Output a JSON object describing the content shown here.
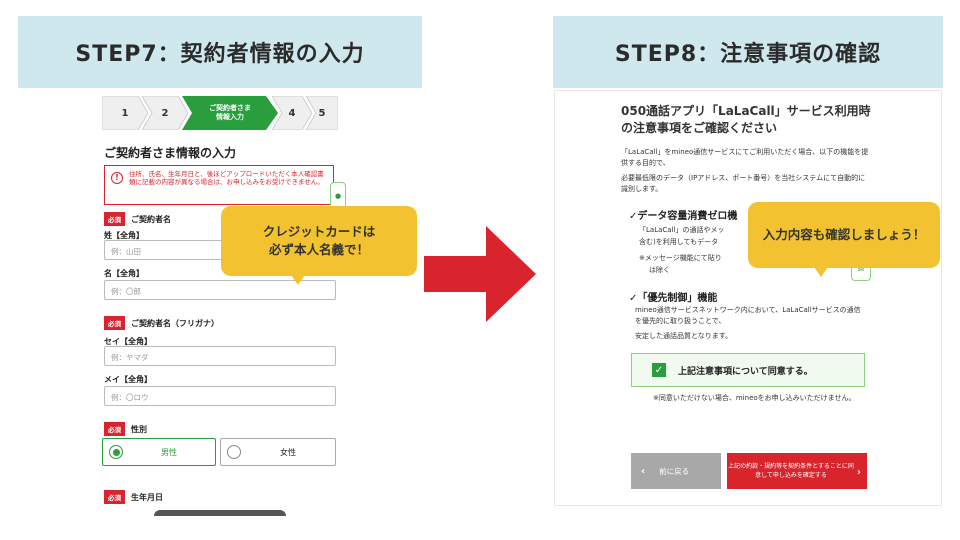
{
  "step7": {
    "title": "STEP7：契約者情報の入力"
  },
  "step8": {
    "title": "STEP8：注意事項の確認"
  },
  "progress": {
    "steps": [
      "1",
      "2",
      "ご契約者さま\n情報入力",
      "4",
      "5"
    ],
    "active_index": 2,
    "active_color": "#2a9d3c"
  },
  "form": {
    "heading": "ご契約者さま情報の入力",
    "notice": "住所、氏名、生年月日と、後ほどアップロードいただく本人確認書類に記載の内容が異なる場合は、お申し込みをお受けできません。",
    "required_badge": "必須",
    "name_label": "ご契約者名",
    "sei_label": "姓【全角】",
    "sei_placeholder": "例：山田",
    "mei_label": "名【全角】",
    "mei_placeholder": "例：〇郎",
    "kana_label": "ご契約者名（フリガナ）",
    "sei_kana_label": "セイ【全角】",
    "sei_kana_placeholder": "例：ヤマダ",
    "mei_kana_label": "メイ【全角】",
    "mei_kana_placeholder": "例：〇ロウ",
    "gender_label": "性別",
    "male": "男性",
    "female": "女性",
    "birth_label": "生年月日"
  },
  "balloon1": {
    "line1": "クレジットカードは",
    "line2": "必ず本人名義で！"
  },
  "balloon2": {
    "text": "入力内容も確認しましょう！"
  },
  "notes": {
    "title": "050通話アプリ「LaLaCall」サービス利用時の注意事項をご確認ください",
    "intro1": "「LaLaCall」をmineo通信サービスにてご利用いただく場合、以下の機能を提供する目的で、",
    "intro2": "必要最低限のデータ（IPアドレス、ポート番号）を当社システムにて自動的に識別します。",
    "h1": "✓データ容量消費ゼロ機",
    "h1_text1": "「LaLaCall」の通話やメッ",
    "h1_text2": "含む)を利用してもデータ",
    "h1_text3": "※メッセージ機能にて貼り",
    "h1_text4": "は除く",
    "h2": "✓「優先制御」機能",
    "h2_text": "mineo通信サービスネットワーク内において、LaLaCallサービスの通信を優先的に取り扱うことで、",
    "h2_text2": "安定した通話品質となります。",
    "agree": "上記注意事項について同意する。",
    "disagree_note": "※同意いただけない場合、mineoをお申し込みいただけません。",
    "back": "前に戻る",
    "next": "上記の約款・規約等を契約条件とすることに同意して申し込みを確定する",
    "chat_fragment": "談"
  }
}
